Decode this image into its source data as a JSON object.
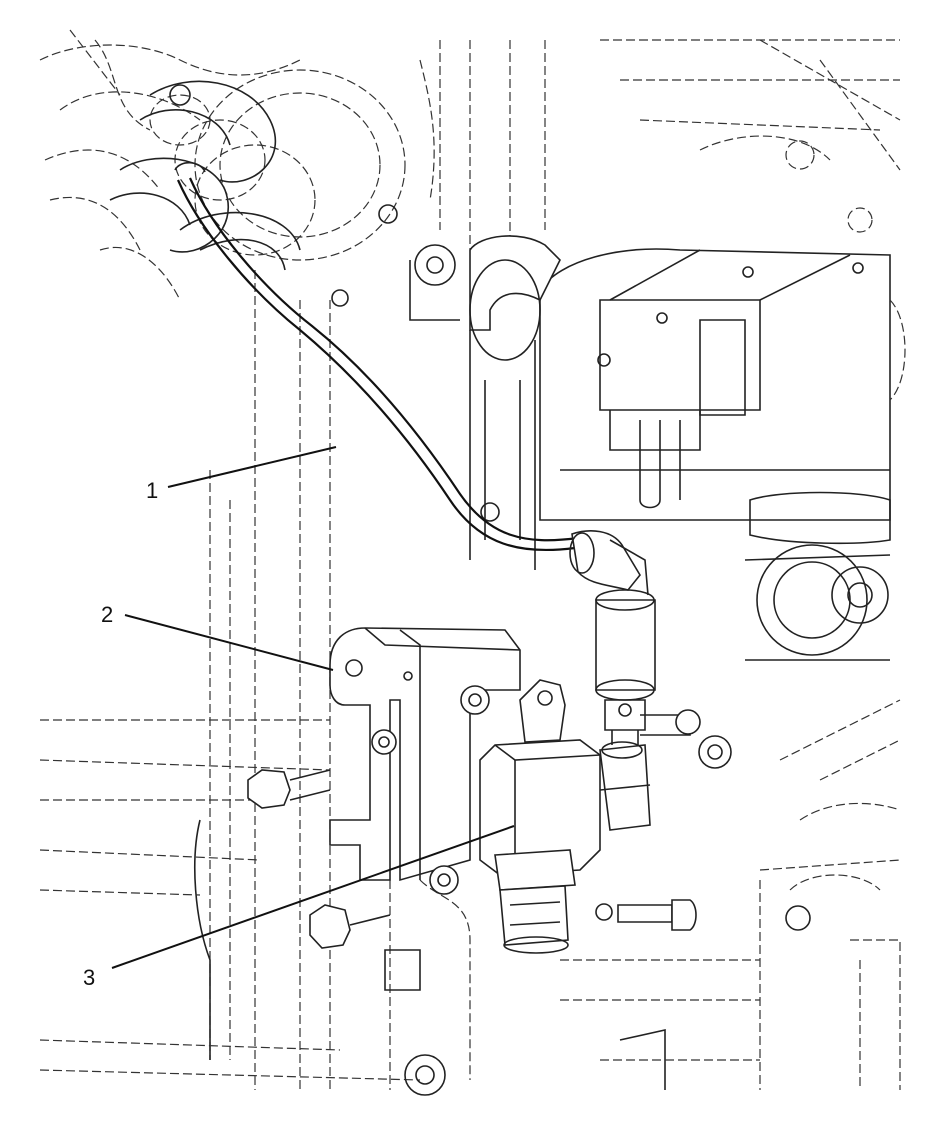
{
  "callouts": [
    {
      "number": "1"
    },
    {
      "number": "2"
    },
    {
      "number": "3"
    }
  ],
  "colors": {
    "line": "#222222",
    "background": "#ffffff"
  }
}
